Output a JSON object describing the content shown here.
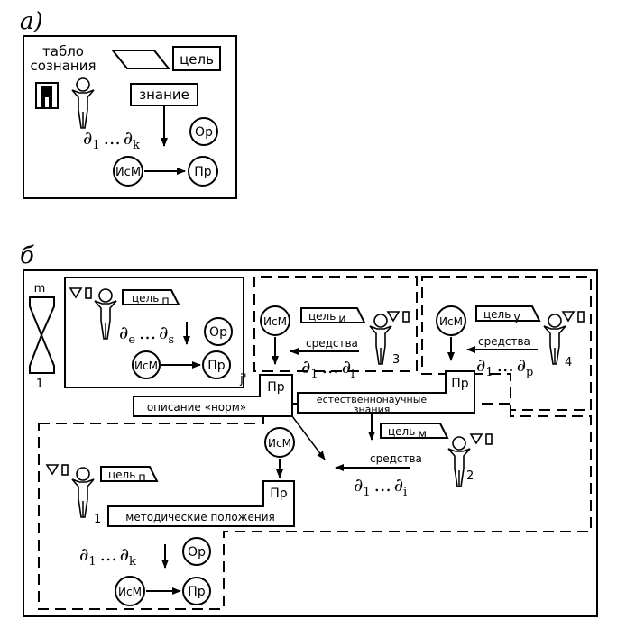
{
  "panel_a": {
    "label": "а)",
    "tablo_line1": "табло",
    "tablo_line2": "сознания",
    "goal": "цель",
    "knowledge": "знание",
    "means": [
      "∂",
      "1",
      "...",
      "∂",
      "k"
    ],
    "op": "Ор",
    "ism": "ИсМ",
    "pr": "Пр"
  },
  "panel_b": {
    "label": "б",
    "sum_top": "m",
    "sum_bottom": "1",
    "sum_symbol": "∑",
    "inner": {
      "goal": "цель",
      "goal_sub": "п",
      "means": [
        "∂",
        "е",
        "...",
        "∂",
        "s"
      ],
      "op": "Ор",
      "ism": "ИсМ",
      "pr": "Пр"
    },
    "j_label": "j'",
    "norms_desc": "описание «норм»",
    "science_line1": "естественнонаучные",
    "science_line2": "знания",
    "methodical": "методические положения",
    "agent3": {
      "ism": "ИсМ",
      "goal": "цель",
      "goal_sub": "и",
      "means_label": "средства",
      "means": [
        "∂",
        "1",
        "...",
        "∂",
        "l"
      ],
      "num": "3"
    },
    "agent4": {
      "ism": "ИсМ",
      "goal": "цель",
      "goal_sub": "у",
      "means_label": "средства",
      "means": [
        "∂",
        "1",
        "...",
        "∂",
        "р"
      ],
      "num": "4",
      "pr": "Пр"
    },
    "agent2": {
      "ism": "ИсМ",
      "goal": "цель",
      "goal_sub": "м",
      "means_label": "средства",
      "means": [
        "∂",
        "1",
        "...",
        "∂",
        "i"
      ],
      "num": "2",
      "pr": "Пр"
    },
    "agent1": {
      "goal": "цель",
      "goal_sub": "п",
      "num": "1",
      "means": [
        "∂",
        "1",
        "...",
        "∂",
        "k"
      ],
      "op": "Ор",
      "ism": "ИсМ",
      "pr": "Пр"
    },
    "nabla": "∇",
    "pr_mid": "Пр"
  }
}
